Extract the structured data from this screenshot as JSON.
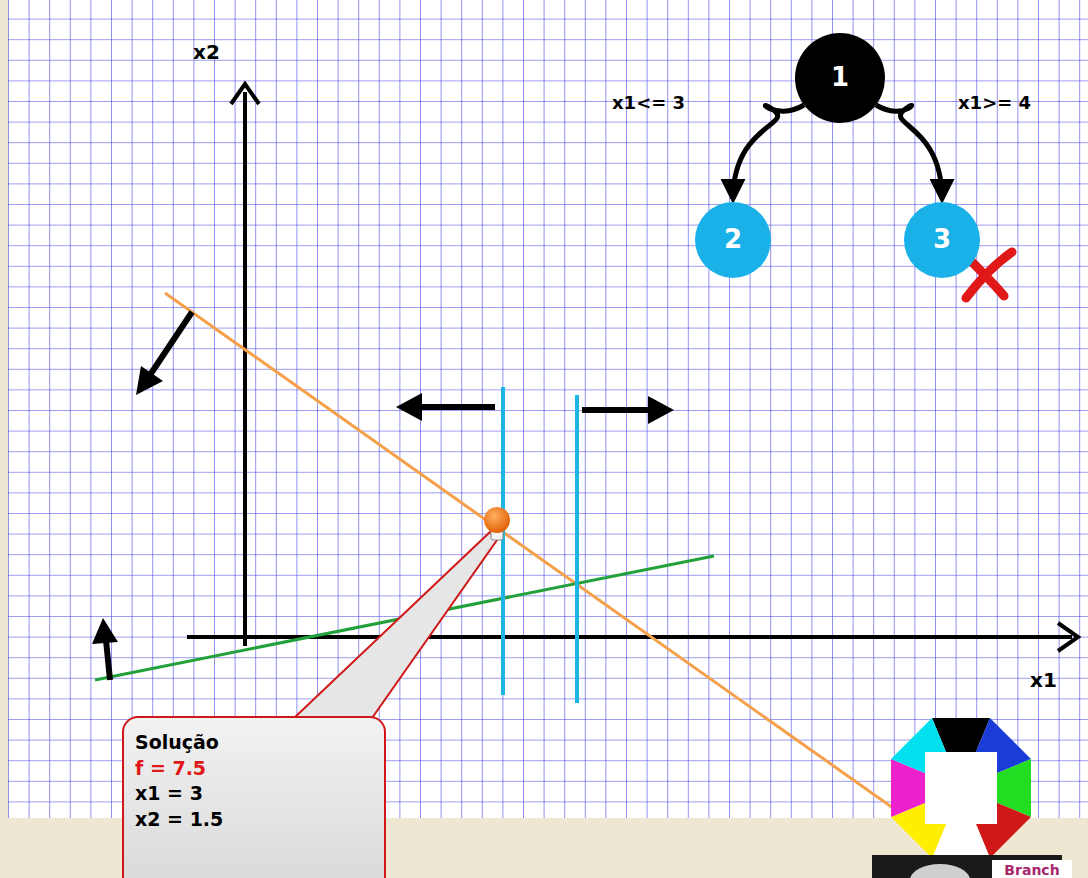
{
  "diagram": {
    "nodes": [
      {
        "text": [
          "1"
        ]
      },
      {
        "text": [
          "2"
        ]
      },
      {
        "text": [
          "3"
        ]
      },
      {
        "text": [
          "Solução",
          "f = 7.5",
          "x1 = 3",
          "x2 = 1.5"
        ]
      },
      {
        "text": [
          "Branch"
        ]
      }
    ],
    "edges": [
      {
        "from": 0,
        "to": 1,
        "label": "x1<= 3",
        "arrow": "to"
      },
      {
        "from": 0,
        "to": 2,
        "label": "x1>= 4",
        "arrow": "to"
      }
    ],
    "labels": [
      "x2",
      "x1"
    ]
  }
}
